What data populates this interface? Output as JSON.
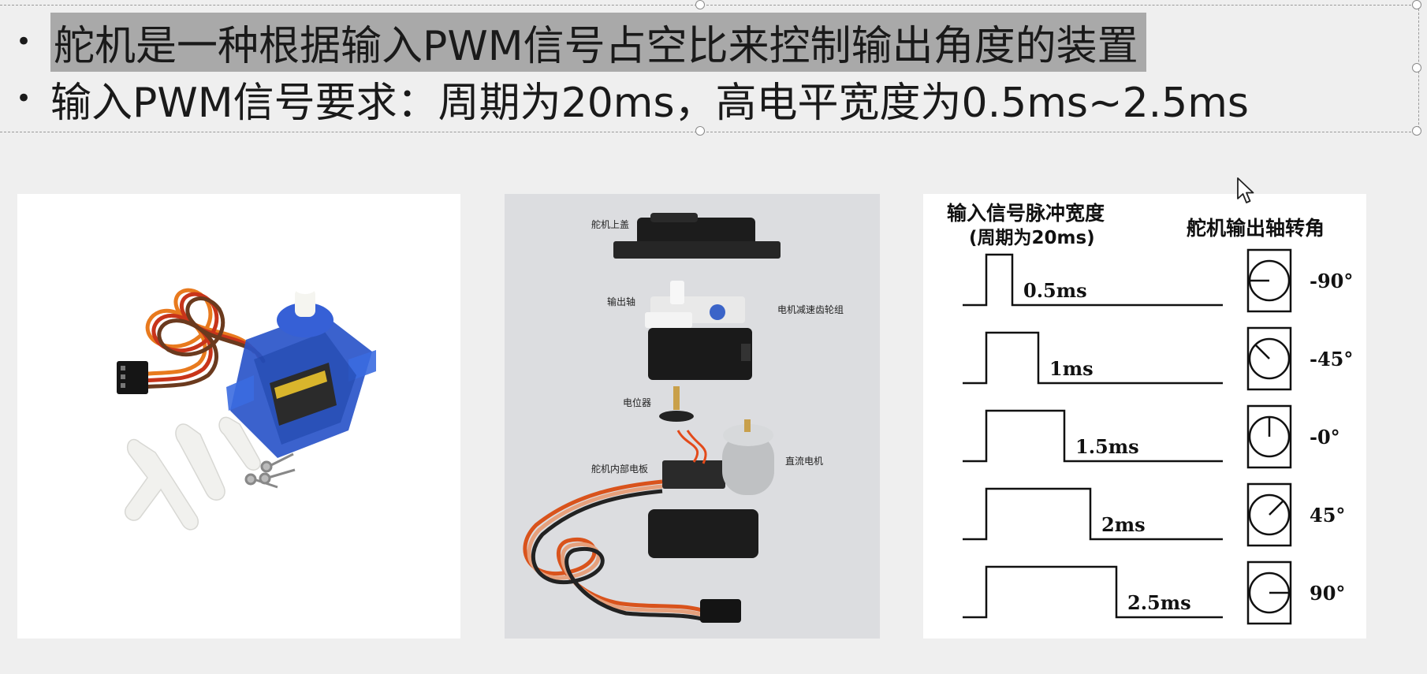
{
  "slide": {
    "bullets": [
      {
        "text": "舵机是一种根据输入PWM信号占空比来控制输出角度的装置",
        "selected": true
      },
      {
        "text": "输入PWM信号要求：周期为20ms，高电平宽度为0.5ms~2.5ms",
        "selected": false
      }
    ]
  },
  "disassembly_labels": {
    "top_cover": "舵机上盖",
    "output_shaft": "输出轴",
    "gear_set": "电机减速齿轮组",
    "potentiometer": "电位器",
    "internal_board": "舵机内部电板",
    "dc_motor": "直流电机"
  },
  "pwm_diagram": {
    "left_header_line1": "输入信号脉冲宽度",
    "left_header_line2": "(周期为20ms)",
    "right_header": "舵机输出轴转角",
    "rows": [
      {
        "pulse_label": "0.5ms",
        "pulse_ms": 0.5,
        "angle_label": "-90°",
        "angle_deg": -90
      },
      {
        "pulse_label": "1ms",
        "pulse_ms": 1.0,
        "angle_label": "-45°",
        "angle_deg": -45
      },
      {
        "pulse_label": "1.5ms",
        "pulse_ms": 1.5,
        "angle_label": "-0°",
        "angle_deg": 0
      },
      {
        "pulse_label": "2ms",
        "pulse_ms": 2.0,
        "angle_label": "45°",
        "angle_deg": 45
      },
      {
        "pulse_label": "2.5ms",
        "pulse_ms": 2.5,
        "angle_label": "90°",
        "angle_deg": 90
      }
    ]
  },
  "colors": {
    "selection_highlight": "#a9a9a9",
    "servo_body": "#2a55c9",
    "wire_orange": "#e87a1e",
    "wire_red": "#c8341a",
    "wire_brown": "#6b3a1e"
  }
}
